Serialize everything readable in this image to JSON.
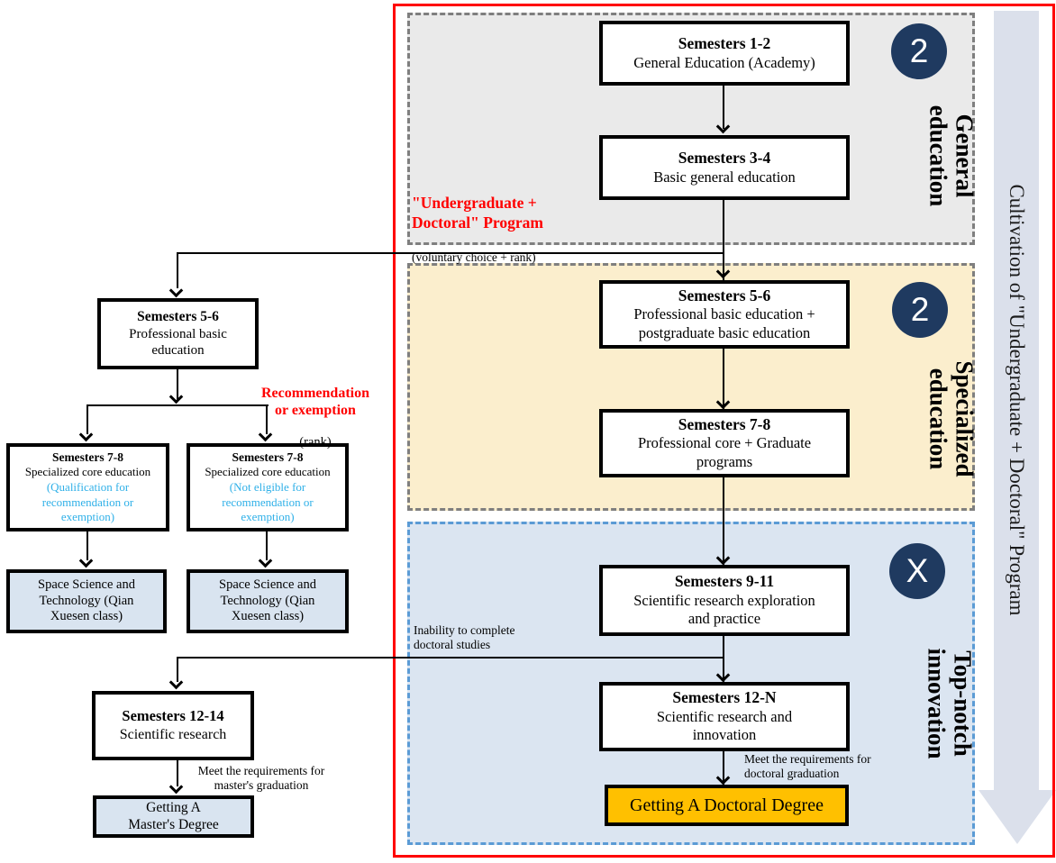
{
  "colors": {
    "frame_red": "#FF0000",
    "badge_navy": "#1F3A60",
    "terminal_gold": "#FFC000",
    "note_cyan": "#2FB0E8",
    "general_fill": "#EAEAEA",
    "specialized_fill": "#FBEECD",
    "topnotch_fill": "#DBE5F1",
    "topnotch_dash": "#5B9BD5",
    "gray_dash": "#7F7F7F",
    "side_arrow_fill": "#DBE0EB",
    "lightblue_box": "#D9E4F0"
  },
  "side_arrow": {
    "label": "Cultivation of \"Undergraduate + Doctoral\" Program"
  },
  "stages": [
    {
      "badge": "2",
      "label": "General\neducation"
    },
    {
      "badge": "2",
      "label": "Specialized\neducation"
    },
    {
      "badge": "X",
      "label": "Top-notch\ninnovation"
    }
  ],
  "main_flow": {
    "boxes": [
      {
        "title": "Semesters 1-2",
        "body": "General Education (Academy)"
      },
      {
        "title": "Semesters 3-4",
        "body": "Basic general education"
      },
      {
        "title": "Semesters 5-6",
        "body": "Professional basic education +\npostgraduate basic education"
      },
      {
        "title": "Semesters 7-8",
        "body": "Professional core + Graduate\nprograms"
      },
      {
        "title": "Semesters 9-11",
        "body": "Scientific research exploration\nand practice"
      },
      {
        "title": "Semesters 12-N",
        "body": "Scientific research and\ninnovation"
      }
    ],
    "terminal": "Getting A Doctoral Degree"
  },
  "left_flow": {
    "boxes": [
      {
        "title": "Semesters 5-6",
        "body": "Professional basic\neducation"
      },
      {
        "title": "Semesters 7-8",
        "body": "Specialized core education",
        "note": "(Qualification for\nrecommendation or\nexemption)"
      },
      {
        "title": "Semesters 7-8",
        "body": "Specialized core education",
        "note": "(Not eligible for\nrecommendation or\nexemption)"
      },
      {
        "body": "Space Science and\nTechnology (Qian\nXuesen class)"
      },
      {
        "body": "Space Science and\nTechnology (Qian\nXuesen class)"
      },
      {
        "title": "Semesters 12-14",
        "body": "Scientific research"
      }
    ],
    "terminal": "Getting A\nMaster's Degree"
  },
  "annotations": {
    "program": {
      "title": "\"Undergraduate +\nDoctoral\" Program",
      "sub": "(voluntary choice + rank)"
    },
    "recommendation": {
      "title": "Recommendation\nor exemption",
      "sub": "(rank)"
    },
    "inability": "Inability to complete\ndoctoral studies",
    "doctoral_req": "Meet the requirements for\ndoctoral graduation",
    "master_req": "Meet the requirements for\nmaster's graduation"
  }
}
